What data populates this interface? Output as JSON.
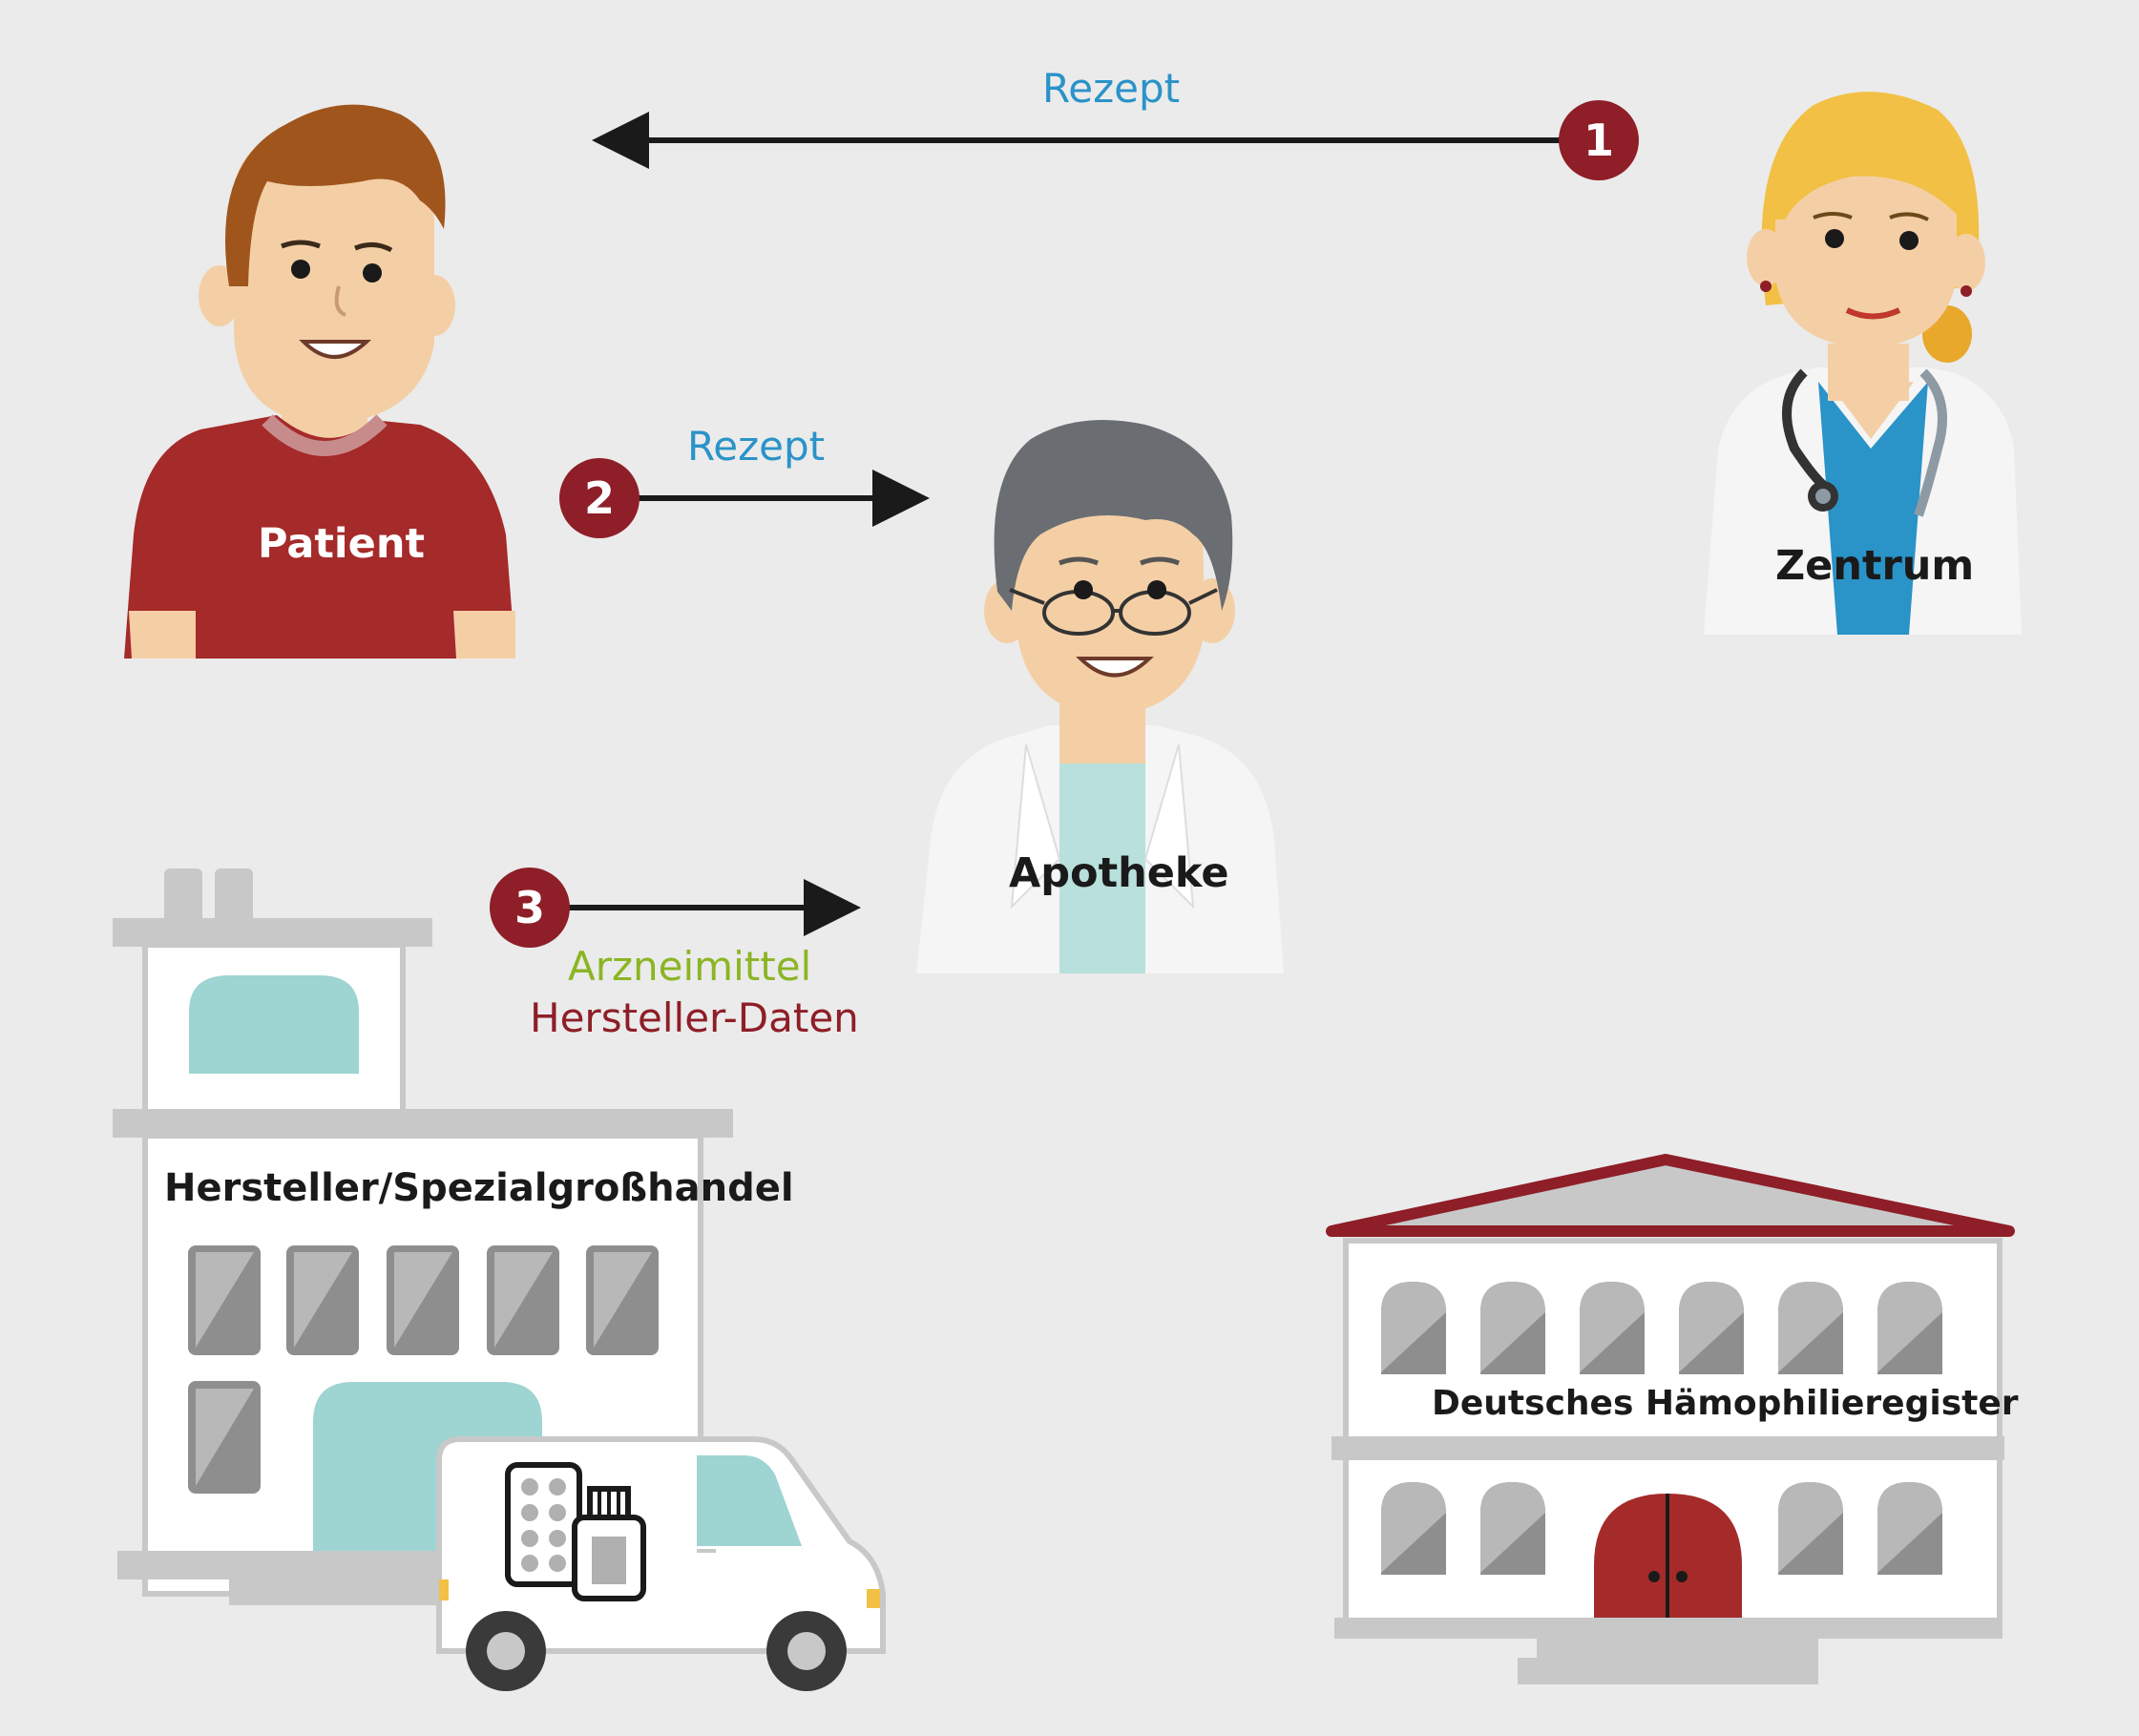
{
  "flows": [
    {
      "number": "1",
      "label": "Rezept",
      "from": "Zentrum",
      "to": "Patient"
    },
    {
      "number": "2",
      "label": "Rezept",
      "from": "Patient",
      "to": "Apotheke"
    },
    {
      "number": "3",
      "label_primary": "Arzneimittel",
      "label_secondary": "Hersteller-Daten",
      "from": "Hersteller/Spezialgroßhandel",
      "to": "Apotheke"
    }
  ],
  "actors": {
    "patient": "Patient",
    "pharmacy": "Apotheke",
    "center": "Zentrum",
    "manufacturer": "Hersteller/Spezialgroßhandel",
    "registry": "Deutsches Hämophilieregister"
  },
  "colors": {
    "background": "#ebebeb",
    "badge": "#8e1e27",
    "rezept": "#2a93c8",
    "arzneimittel": "#8bb524",
    "hersteller_daten": "#8e1e27",
    "patient_shirt": "#a52a2a",
    "building_grey": "#c8c8c8",
    "window_teal": "#9ed4d2"
  }
}
